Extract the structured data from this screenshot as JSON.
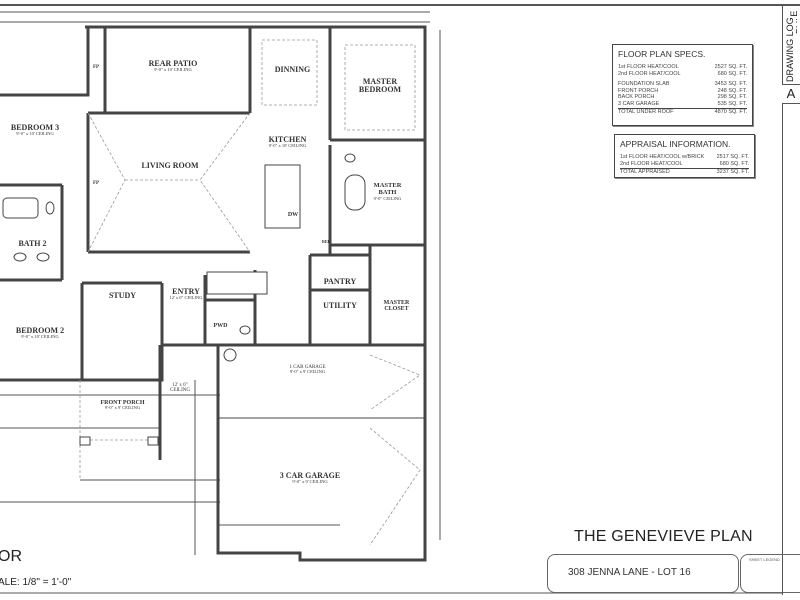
{
  "rooms": {
    "rear_patio": {
      "name": "REAR PATIO",
      "note": "9'-0\" x 10' CEILING"
    },
    "dinning": {
      "name": "DINNING"
    },
    "master_bedroom": {
      "name": "MASTER BEDROOM"
    },
    "bedroom3": {
      "name": "BEDROOM 3",
      "note": "9'-0\" x 10' CEILING"
    },
    "living_room": {
      "name": "LIVING ROOM"
    },
    "kitchen": {
      "name": "KITCHEN",
      "note": "9'-0\" x 10' CEILING"
    },
    "master_bath": {
      "name": "MASTER BATH",
      "note": "9'-0\" CEILING"
    },
    "bath2": {
      "name": "BATH 2"
    },
    "study": {
      "name": "STUDY"
    },
    "entry": {
      "name": "ENTRY",
      "note": "12' x 0\" CEILING"
    },
    "bedroom2": {
      "name": "BEDROOM 2",
      "note": "9'-0\" x 10' CEILING"
    },
    "pwd": {
      "name": "PWD"
    },
    "pantry": {
      "name": "PANTRY"
    },
    "utility": {
      "name": "UTILITY"
    },
    "master_closet": {
      "name": "MASTER CLOSET"
    },
    "garage1": {
      "name": "1 CAR GARAGE",
      "note": "9'-0\" x 9' CEILING"
    },
    "front_porch": {
      "name": "FRONT PORCH",
      "note": "9'-0\" x 9' CEILING"
    },
    "foyer_ceiling": {
      "note": "12' x 0\" CEILING"
    },
    "garage3": {
      "name": "3 CAR GARAGE",
      "note": "9'-0\" x 9' CEILING"
    },
    "fixtures": {
      "fp": "FP",
      "dw": "DW",
      "ref": "REF"
    }
  },
  "floor_plan_specs": {
    "title": "FLOOR PLAN SPECS.",
    "group1": [
      {
        "label": "1st FLOOR HEAT/COOL",
        "value": "2527 SQ. FT."
      },
      {
        "label": "2nd FLOOR HEAT/COOL",
        "value": "680 SQ. FT."
      }
    ],
    "group2": [
      {
        "label": "FOUNDATION SLAB",
        "value": "3453 SQ. FT."
      },
      {
        "label": "FRONT PORCH",
        "value": "248 SQ. FT."
      },
      {
        "label": "BACK PORCH",
        "value": "298 SQ. FT."
      },
      {
        "label": "3 CAR GARAGE",
        "value": "535 SQ. FT."
      }
    ],
    "total": {
      "label": "TOTAL UNDER ROOF",
      "value": "4870 SQ. FT."
    }
  },
  "appraisal": {
    "title": "APPRAISAL INFORMATION.",
    "rows": [
      {
        "label": "1st FLOOR HEAT/COOL w/BRICK",
        "value": "2517 SQ. FT."
      },
      {
        "label": "2nd FLOOR HEAT/COOL",
        "value": "680 SQ. FT."
      }
    ],
    "total": {
      "label": "TOTAL APPRAISED",
      "value": "3237 SQ. FT."
    }
  },
  "title_block": {
    "plan_name": "THE GENEVIEVE PLAN",
    "address": "308 JENNA LANE - LOT 16",
    "sheet_legend": "SHEET LEGEND",
    "floor_label": "OR",
    "scale": "ALE:  1/8\" = 1'-0\"",
    "revision": "A",
    "drawing_log": "DRAWING LOG",
    "date": "DATE"
  },
  "colors": {
    "wall": "#444444",
    "line": "#555555"
  }
}
